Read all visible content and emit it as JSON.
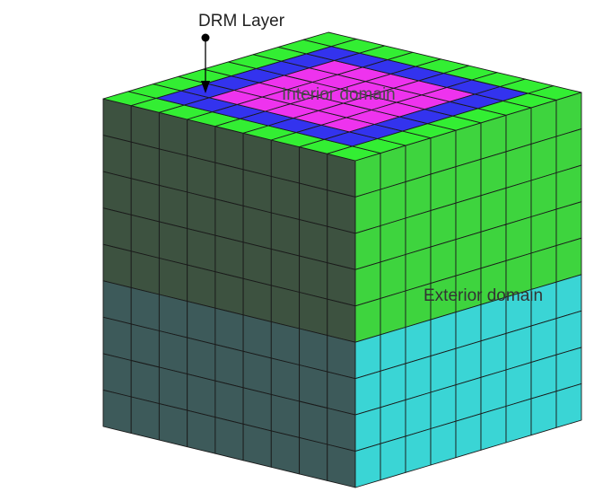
{
  "labels": {
    "drm_layer": "DRM Layer",
    "interior_domain": "Interior domain",
    "exterior_domain": "Exterior domain"
  },
  "colors": {
    "top_exterior": "#33ee33",
    "drm_layer": "#3333ee",
    "interior": "#ee33ee",
    "left_upper": "#3d5240",
    "left_lower": "#3d5a5a",
    "right_upper": "#3ed43e",
    "right_lower": "#3ad5d5",
    "grid_line": "#1a1a1a"
  },
  "mesh": {
    "divisions": 9,
    "upper_rows": 5,
    "drm_ring": 1,
    "exterior_ring": 1
  }
}
